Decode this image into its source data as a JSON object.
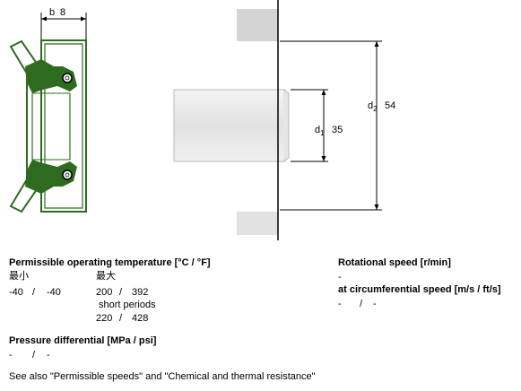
{
  "dimensions": {
    "b": {
      "symbol": "b",
      "value": "8"
    },
    "d1": {
      "symbol": "d",
      "sub": "1",
      "value": "35"
    },
    "d2": {
      "symbol": "d",
      "sub": "2",
      "value": "54"
    }
  },
  "temperature": {
    "title": "Permissible operating temperature [°C / °F]",
    "min_label": "最小",
    "max_label": "最大",
    "min_c": "-40",
    "sep1": "/",
    "min_f": "-40",
    "max_c": "200",
    "sep2": "/",
    "max_f": "392",
    "short_label": "short periods",
    "short_c": "220",
    "sep3": "/",
    "short_f": "428"
  },
  "pressure": {
    "title": "Pressure differential [MPa / psi]",
    "v1": "-",
    "sep": "/",
    "v2": "-"
  },
  "rotational": {
    "title": "Rotational speed [r/min]",
    "value": "-"
  },
  "circumferential": {
    "title": "at circumferential speed [m/s / ft/s]",
    "v1": "-",
    "sep": "/",
    "v2": "-"
  },
  "note": "See also \"Permissible speeds\" and \"Chemical and thermal resistance\"",
  "colors": {
    "seal_green": "#2e6b1e",
    "shaft_gray": "#d9d9d9",
    "housing_gray": "#d4d4d4"
  }
}
